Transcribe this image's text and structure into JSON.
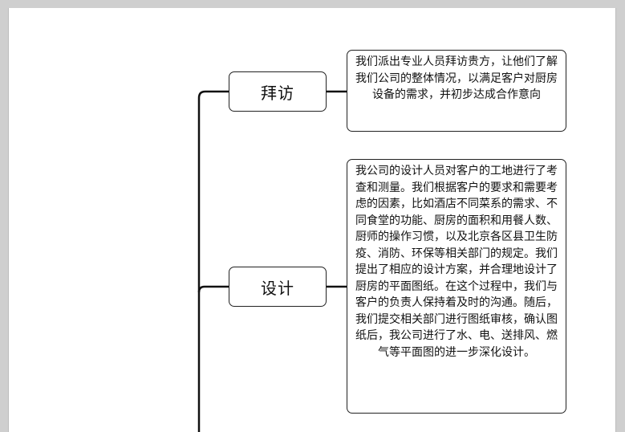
{
  "diagram": {
    "nodes": [
      {
        "label": "拜访",
        "description": "我们派出专业人员拜访贵方，让他们了解我们公司的整体情况，以满足客户对厨房设备的需求，并初步达成合作意向"
      },
      {
        "label": "设计",
        "description": "我公司的设计人员对客户的工地进行了考查和测量。我们根据客户的要求和需要考虑的因素，比如酒店不同菜系的需求、不同食堂的功能、厨房的面积和用餐人数、厨师的操作习惯，以及北京各区县卫生防疫、消防、环保等相关部门的规定。我们提出了相应的设计方案，并合理地设计了厨房的平面图纸。在这个过程中，我们与客户的负责人保持着及时的沟通。随后，我们提交相关部门进行图纸审核，确认图纸后，我公司进行了水、电、送排风、燃气等平面图的进一步深化设计。"
      }
    ]
  },
  "colors": {
    "line": "#111111",
    "border": "#222222",
    "page": "#ffffff",
    "background": "#cfcfcf"
  }
}
